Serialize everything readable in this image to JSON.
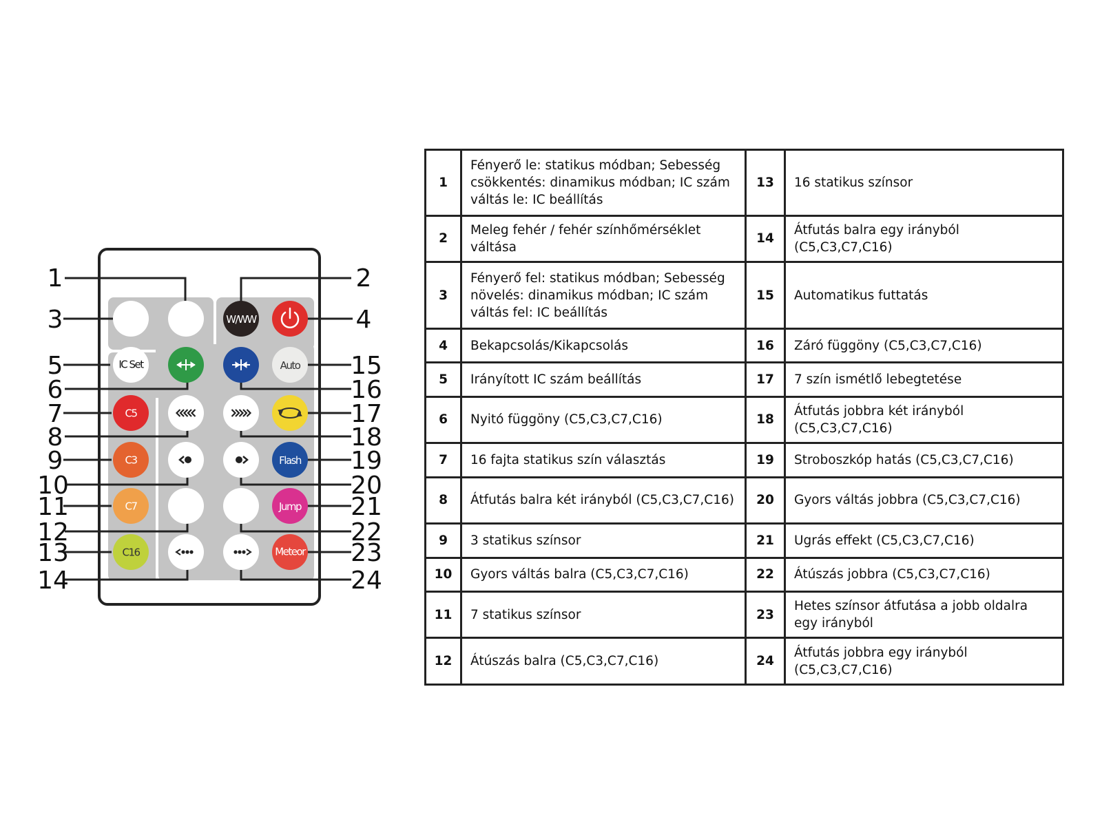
{
  "remote": {
    "buttons": [
      {
        "id": 3,
        "label": "",
        "color": "#ffffff",
        "text_color": "#222222"
      },
      {
        "id": 1,
        "label": "",
        "color": "#ffffff",
        "text_color": "#222222"
      },
      {
        "id": 2,
        "label": "W/WW",
        "color": "#2a2221",
        "text_color": "#ffffff"
      },
      {
        "id": 4,
        "label": "",
        "icon": "power-icon",
        "color": "#e02f2c",
        "text_color": "#ffffff"
      },
      {
        "id": 5,
        "label": "IC Set",
        "color": "#ffffff",
        "text_color": "#111111"
      },
      {
        "id": 6,
        "label": "",
        "icon": "curtain-open-icon",
        "color": "#2f9a47",
        "text_color": "#ffffff"
      },
      {
        "id": 16,
        "label": "",
        "icon": "curtain-close-icon",
        "color": "#1f4a9c",
        "text_color": "#ffffff"
      },
      {
        "id": 15,
        "label": "Auto",
        "color": "#ececea",
        "text_color": "#333333"
      },
      {
        "id": 7,
        "label": "C5",
        "color": "#e02a2c",
        "text_color": "#ffffff"
      },
      {
        "id": 8,
        "label": "",
        "icon": "double-chevron-left-icon",
        "color": "#ffffff",
        "text_color": "#222222"
      },
      {
        "id": 18,
        "label": "",
        "icon": "double-chevron-right-icon",
        "color": "#ffffff",
        "text_color": "#222222"
      },
      {
        "id": 17,
        "label": "",
        "icon": "loop-icon",
        "color": "#f2d531",
        "text_color": "#333333"
      },
      {
        "id": 9,
        "label": "C3",
        "color": "#e4632f",
        "text_color": "#ffffff"
      },
      {
        "id": 10,
        "label": "",
        "icon": "step-left-icon",
        "color": "#ffffff",
        "text_color": "#222222"
      },
      {
        "id": 20,
        "label": "",
        "icon": "step-right-icon",
        "color": "#ffffff",
        "text_color": "#222222"
      },
      {
        "id": 19,
        "label": "Flash",
        "color": "#1f4f9e",
        "text_color": "#ffffff"
      },
      {
        "id": 11,
        "label": "C7",
        "color": "#f0a04a",
        "text_color": "#ffffff"
      },
      {
        "id": 12,
        "label": "",
        "color": "#ffffff",
        "text_color": "#222222"
      },
      {
        "id": 22,
        "label": "",
        "color": "#ffffff",
        "text_color": "#222222"
      },
      {
        "id": 21,
        "label": "Jump",
        "color": "#d9318f",
        "text_color": "#ffffff"
      },
      {
        "id": 13,
        "label": "C16",
        "color": "#bfd13c",
        "text_color": "#333333"
      },
      {
        "id": 14,
        "label": "",
        "icon": "dots-left-icon",
        "color": "#ffffff",
        "text_color": "#222222"
      },
      {
        "id": 24,
        "label": "",
        "icon": "dots-right-icon",
        "color": "#ffffff",
        "text_color": "#222222"
      },
      {
        "id": 23,
        "label": "Meteor",
        "color": "#e5473d",
        "text_color": "#ffffff"
      }
    ],
    "callouts_left": [
      "1",
      "3",
      "5",
      "6",
      "7",
      "8",
      "9",
      "10",
      "11",
      "12",
      "13",
      "14"
    ],
    "callouts_right": [
      "2",
      "4",
      "15",
      "16",
      "17",
      "18",
      "19",
      "20",
      "21",
      "22",
      "23",
      "24"
    ]
  },
  "legend": {
    "rows": [
      {
        "left_num": "1",
        "left_text": "Fényerő le: statikus módban; Sebesség csökkentés: dinamikus módban; IC szám váltás le: IC beállítás",
        "right_num": "13",
        "right_text": "16 statikus színsor"
      },
      {
        "left_num": "2",
        "left_text": "Meleg fehér / fehér színhőmérséklet váltása",
        "right_num": "14",
        "right_text": "Átfutás balra egy irányból (C5,C3,C7,C16)"
      },
      {
        "left_num": "3",
        "left_text": "Fényerő fel: statikus módban; Sebesség növelés: dinamikus módban; IC szám váltás fel: IC beállítás",
        "right_num": "15",
        "right_text": "Automatikus futtatás"
      },
      {
        "left_num": "4",
        "left_text": "Bekapcsolás/Kikapcsolás",
        "right_num": "16",
        "right_text": "Záró függöny (C5,C3,C7,C16)"
      },
      {
        "left_num": "5",
        "left_text": "Irányított IC szám beállítás",
        "right_num": "17",
        "right_text": "7 szín ismétlő lebegtetése"
      },
      {
        "left_num": "6",
        "left_text": "Nyitó függöny (C5,C3,C7,C16)",
        "right_num": "18",
        "right_text": "Átfutás jobbra két irányból (C5,C3,C7,C16)"
      },
      {
        "left_num": "7",
        "left_text": "16 fajta statikus szín választás",
        "right_num": "19",
        "right_text": "Stroboszkóp hatás (C5,C3,C7,C16)"
      },
      {
        "left_num": "8",
        "left_text": "Átfutás balra két irányból (C5,C3,C7,C16)",
        "right_num": "20",
        "right_text": "Gyors váltás jobbra (C5,C3,C7,C16)"
      },
      {
        "left_num": "9",
        "left_text": "3 statikus színsor",
        "right_num": "21",
        "right_text": "Ugrás effekt (C5,C3,C7,C16)"
      },
      {
        "left_num": "10",
        "left_text": "Gyors váltás balra (C5,C3,C7,C16)",
        "right_num": "22",
        "right_text": "Átúszás jobbra (C5,C3,C7,C16)"
      },
      {
        "left_num": "11",
        "left_text": "7 statikus színsor",
        "right_num": "23",
        "right_text": "Hetes színsor átfutása a jobb oldalra egy irányból"
      },
      {
        "left_num": "12",
        "left_text": "Átúszás balra (C5,C3,C7,C16)",
        "right_num": "24",
        "right_text": "Átfutás jobbra egy irányból (C5,C3,C7,C16)"
      }
    ]
  }
}
